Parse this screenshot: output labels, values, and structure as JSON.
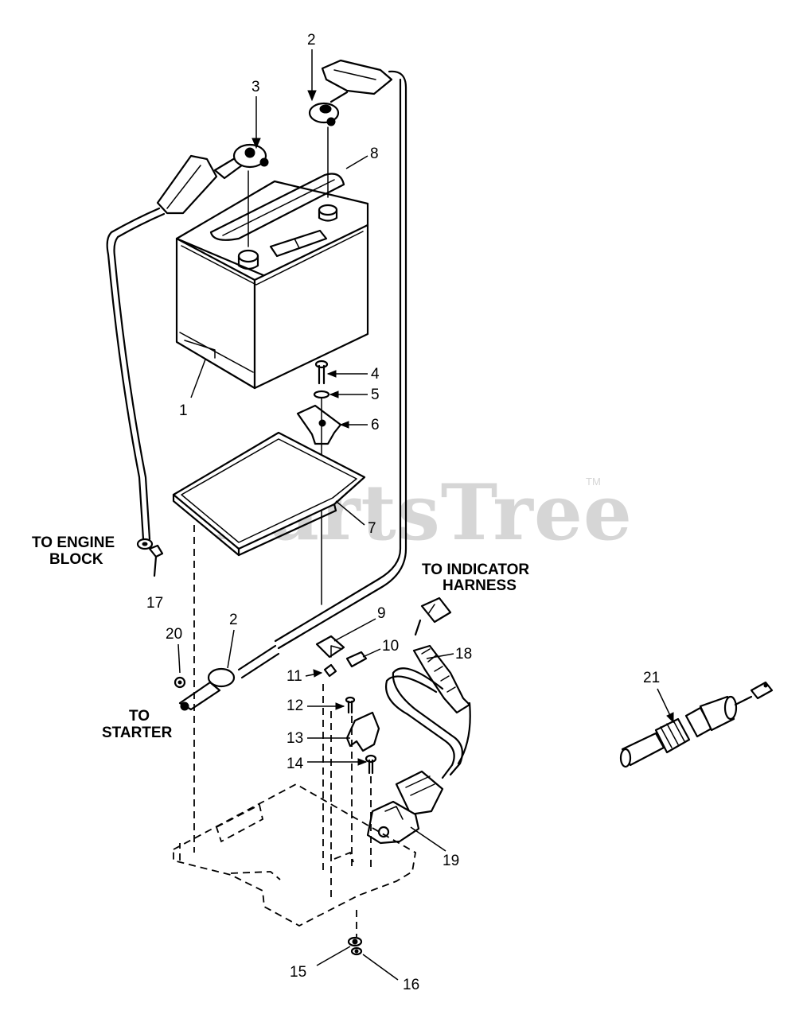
{
  "watermark": {
    "text": "PartsTree",
    "tm": "TM"
  },
  "labels": {
    "engine_block": [
      "TO ENGINE",
      "BLOCK"
    ],
    "indicator_harness": [
      "TO INDICATOR",
      "HARNESS"
    ],
    "starter": [
      "TO",
      "STARTER"
    ]
  },
  "callouts": {
    "c1": "1",
    "c2a": "2",
    "c2b": "2",
    "c3": "3",
    "c4": "4",
    "c5": "5",
    "c6": "6",
    "c7": "7",
    "c8": "8",
    "c9": "9",
    "c10": "10",
    "c11": "11",
    "c12": "12",
    "c13": "13",
    "c14": "14",
    "c15": "15",
    "c16": "16",
    "c17": "17",
    "c18": "18",
    "c19": "19",
    "c20": "20",
    "c21": "21"
  }
}
